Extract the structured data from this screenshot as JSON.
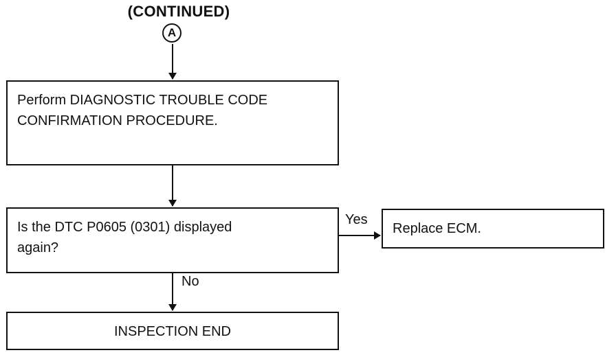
{
  "header": {
    "title": "(CONTINUED)",
    "connector_label": "A"
  },
  "steps": {
    "perform": {
      "line1": "Perform DIAGNOSTIC TROUBLE CODE",
      "line2": "CONFIRMATION PROCEDURE."
    },
    "question": {
      "line1": "Is the DTC P0605 (0301) displayed",
      "line2": "again?"
    },
    "replace": {
      "text": "Replace ECM."
    },
    "end": {
      "text": "INSPECTION END"
    }
  },
  "branches": {
    "yes": "Yes",
    "no": "No"
  }
}
